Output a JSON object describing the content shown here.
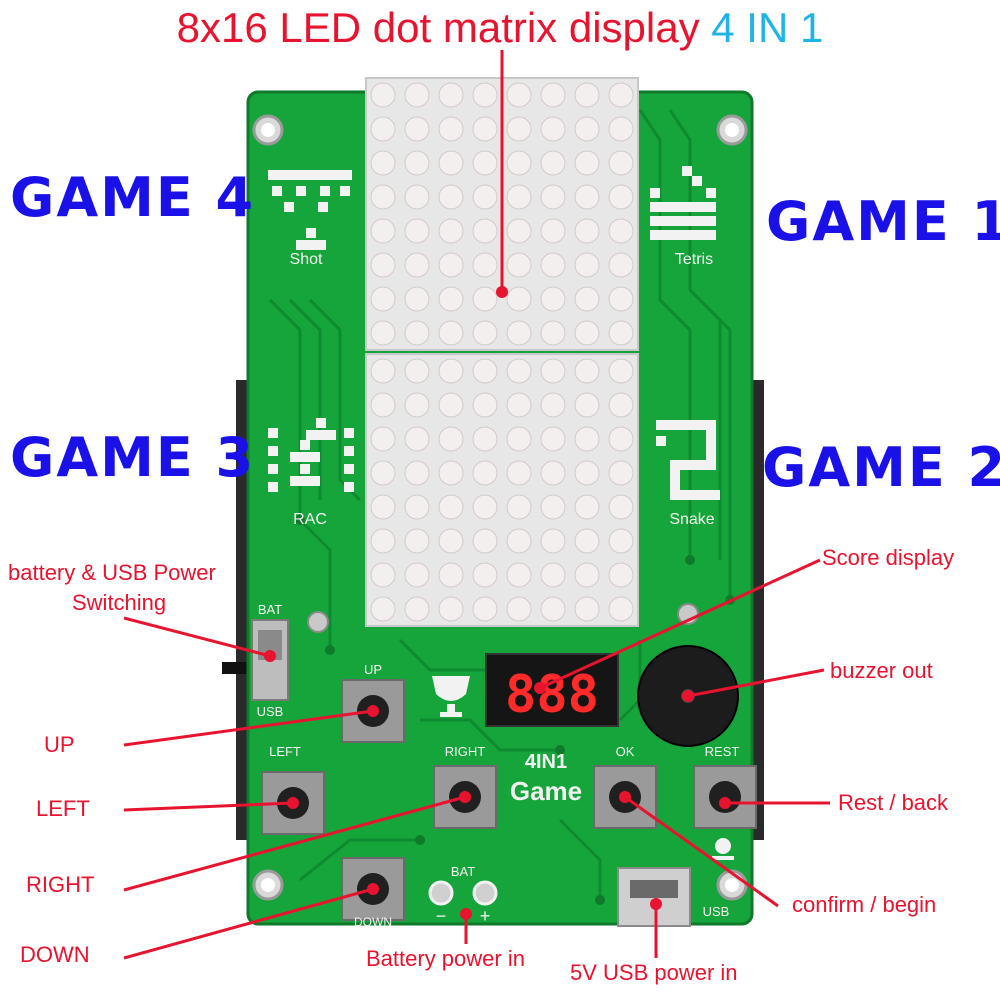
{
  "title": {
    "main": "8x16 LED dot matrix display",
    "accent": "4 IN 1"
  },
  "games": {
    "game1": "GAME 1",
    "game2": "GAME 2",
    "game3": "GAME 3",
    "game4": "GAME 4"
  },
  "callouts": {
    "power_switch_line1": "battery & USB Power",
    "power_switch_line2": "Switching",
    "up": "UP",
    "left": "LEFT",
    "right": "RIGHT",
    "down": "DOWN",
    "score_display": "Score display",
    "buzzer_out": "buzzer out",
    "rest_back": "Rest / back",
    "confirm_begin": "confirm / begin",
    "battery_power_in": "Battery power in",
    "usb_power_in": "5V USB power in"
  },
  "silkscreen": {
    "shot": "Shot",
    "tetris": "Tetris",
    "rac": "RAC",
    "snake": "Snake",
    "bat_switch": "BAT",
    "usb_switch": "USB",
    "up_btn": "UP",
    "left_btn": "LEFT",
    "right_btn": "RIGHT",
    "down_btn": "DOWN",
    "ok_btn": "OK",
    "rest_btn": "REST",
    "brand_line1": "4IN1",
    "brand_line2": "Game",
    "bat_terminal": "BAT",
    "minus": "−",
    "plus": "+",
    "usb_port": "USB",
    "score_digits": "888"
  },
  "colors": {
    "pcb": "#16a53a",
    "pcb_dark": "#0e7a2a",
    "annotation_red": "#e8132f",
    "game_blue": "#1a10e8",
    "accent_cyan": "#1fb4e8",
    "led_dot": "#f4efef",
    "matrix_body": "#e7e7e7",
    "score_segment": "#ff2a2a"
  }
}
